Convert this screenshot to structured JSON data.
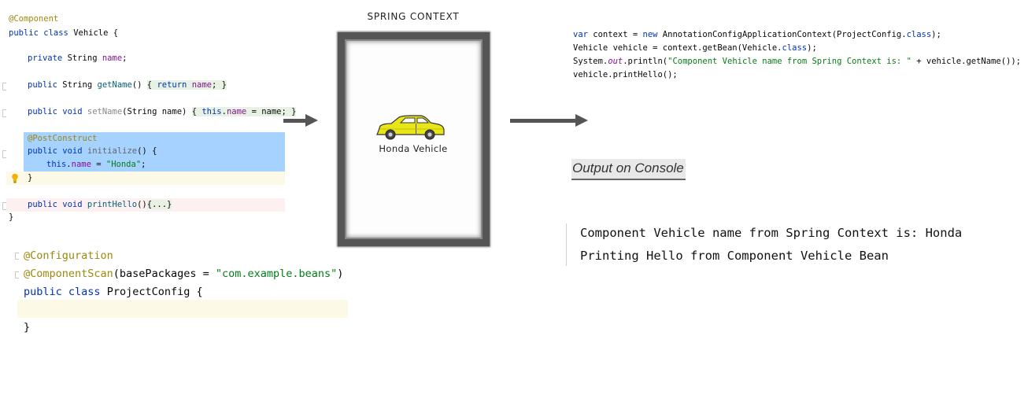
{
  "vehicle_class": {
    "annotation": "@Component",
    "decl_public": "public",
    "decl_class": "class",
    "decl_name": "Vehicle {",
    "field_private": "private",
    "field_type": "String",
    "field_name": "name",
    "field_end": ";",
    "getter_public": "public",
    "getter_type": "String",
    "getter_name": "getName",
    "getter_parens": "()",
    "getter_body_open": "{",
    "getter_return": "return",
    "getter_field": "name",
    "getter_body_close": "; }",
    "setter_public": "public",
    "setter_void": "void",
    "setter_name": "setName",
    "setter_params": "(String name)",
    "setter_body_open": "{",
    "setter_this": "this",
    "setter_dot": ".",
    "setter_field": "name",
    "setter_assign": " = name;",
    "setter_body_close": "}",
    "post_annotation": "@PostConstruct",
    "init_public": "public",
    "init_void": "void",
    "init_name": "initialize",
    "init_parens": "() {",
    "init_this": "this",
    "init_dot": ".",
    "init_field": "name",
    "init_assign": " = ",
    "init_value": "\"Honda\"",
    "init_end": ";",
    "init_close": "}",
    "hello_public": "public",
    "hello_void": "void",
    "hello_name": "printHello",
    "hello_parens": "()",
    "hello_body": "{...}",
    "class_close": "}"
  },
  "spring_context": {
    "title": "SPRING CONTEXT",
    "bean_label": "Honda Vehicle",
    "car_color": "#e8e619"
  },
  "main_code": {
    "l1_var": "var",
    "l1_a": " context = ",
    "l1_new": "new",
    "l1_b": " AnnotationConfigApplicationContext(ProjectConfig.",
    "l1_class": "class",
    "l1_c": ");",
    "l2_a": "Vehicle vehicle = context.getBean(Vehicle.",
    "l2_class": "class",
    "l2_b": ");",
    "l3_a": "System.",
    "l3_out": "out",
    "l3_b": ".println(",
    "l3_str": "\"Component Vehicle name from Spring Context is: \"",
    "l3_c": " + vehicle.getName());",
    "l4": "vehicle.printHello();"
  },
  "output": {
    "title": "Output on Console",
    "lines": [
      "Component Vehicle name from Spring Context is: Honda",
      "Printing Hello from Component Vehicle Bean"
    ]
  },
  "config_class": {
    "annotation1": "@Configuration",
    "annotation2": "@ComponentScan",
    "scan_open": "(basePackages = ",
    "scan_value": "\"com.example.beans\"",
    "scan_close": ")",
    "decl_public": "public",
    "decl_class": "class",
    "decl_name": "ProjectConfig {",
    "close": "}"
  },
  "colors": {
    "keyword": "#0033b3",
    "annotation": "#9e880d",
    "field": "#871094",
    "string": "#067d17",
    "selection": "#a6d2ff",
    "arrow": "#555555"
  }
}
